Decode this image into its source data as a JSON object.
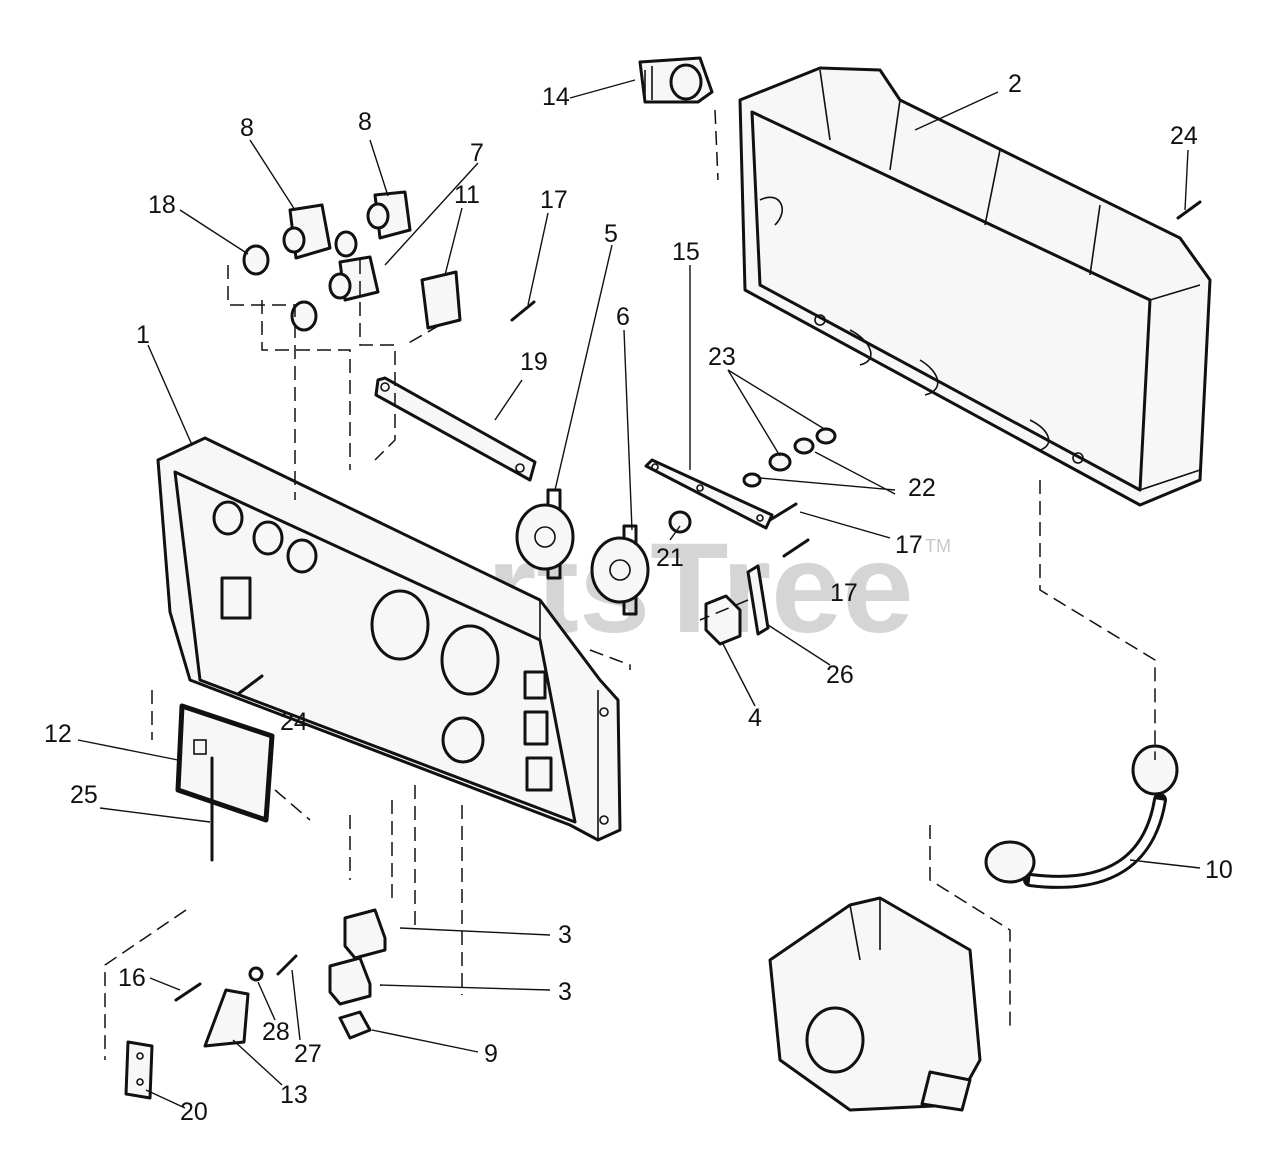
{
  "watermark": {
    "text": "PartsTree",
    "mark": "TM"
  },
  "callouts": {
    "c1": "1",
    "c2": "2",
    "c3a": "3",
    "c3b": "3",
    "c4": "4",
    "c5": "5",
    "c6": "6",
    "c7": "7",
    "c8a": "8",
    "c8b": "8",
    "c9": "9",
    "c10": "10",
    "c11": "11",
    "c12": "12",
    "c13": "13",
    "c14": "14",
    "c15": "15",
    "c16": "16",
    "c17a": "17",
    "c17b": "17",
    "c17c": "17",
    "c18": "18",
    "c19": "19",
    "c20": "20",
    "c21": "21",
    "c22": "22",
    "c23": "23",
    "c24a": "24",
    "c24b": "24",
    "c25": "25",
    "c26": "26",
    "c27": "27",
    "c28": "28"
  }
}
